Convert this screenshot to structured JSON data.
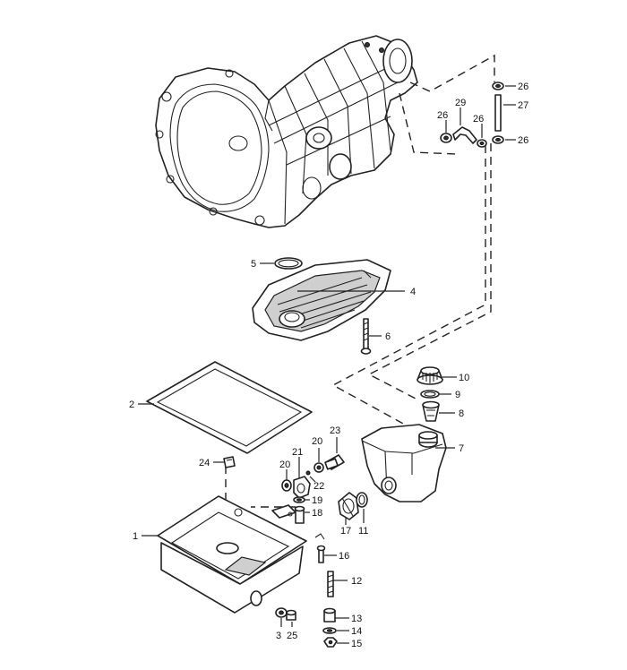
{
  "callouts": [
    {
      "id": "1",
      "label": "1"
    },
    {
      "id": "2",
      "label": "2"
    },
    {
      "id": "3",
      "label": "3"
    },
    {
      "id": "4",
      "label": "4"
    },
    {
      "id": "5",
      "label": "5"
    },
    {
      "id": "6",
      "label": "6"
    },
    {
      "id": "7",
      "label": "7"
    },
    {
      "id": "8",
      "label": "8"
    },
    {
      "id": "9",
      "label": "9"
    },
    {
      "id": "10",
      "label": "10"
    },
    {
      "id": "11",
      "label": "11"
    },
    {
      "id": "12",
      "label": "12"
    },
    {
      "id": "13",
      "label": "13"
    },
    {
      "id": "14",
      "label": "14"
    },
    {
      "id": "15",
      "label": "15"
    },
    {
      "id": "16",
      "label": "16"
    },
    {
      "id": "17",
      "label": "17"
    },
    {
      "id": "18",
      "label": "18"
    },
    {
      "id": "19",
      "label": "19"
    },
    {
      "id": "20a",
      "label": "20"
    },
    {
      "id": "20b",
      "label": "20"
    },
    {
      "id": "21",
      "label": "21"
    },
    {
      "id": "22",
      "label": "22"
    },
    {
      "id": "23",
      "label": "23"
    },
    {
      "id": "24",
      "label": "24"
    },
    {
      "id": "25",
      "label": "25"
    },
    {
      "id": "26a",
      "label": "26"
    },
    {
      "id": "26b",
      "label": "26"
    },
    {
      "id": "26c",
      "label": "26"
    },
    {
      "id": "26d",
      "label": "26"
    },
    {
      "id": "27",
      "label": "27"
    },
    {
      "id": "29",
      "label": "29"
    }
  ]
}
